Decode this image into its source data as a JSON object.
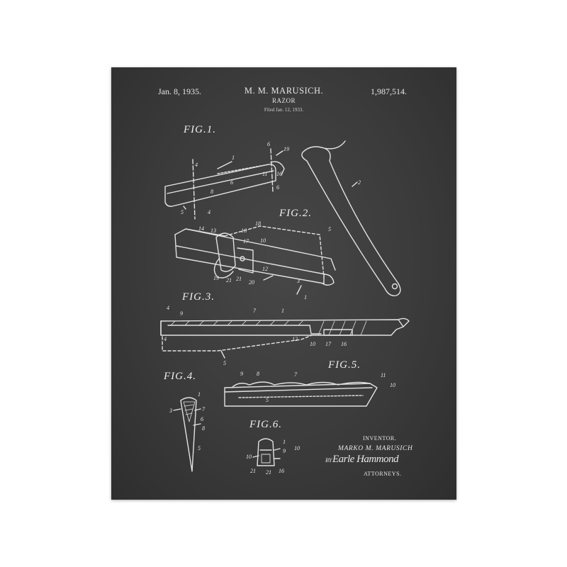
{
  "header": {
    "date": "Jan. 8, 1935.",
    "inventor_name": "M. M. MARUSICH.",
    "title": "RAZOR",
    "filed": "Filed Jan. 12, 1933.",
    "patent_number": "1,987,514."
  },
  "figures": {
    "fig1": "FIG.1.",
    "fig2": "FIG.2.",
    "fig3": "FIG.3.",
    "fig4": "FIG.4.",
    "fig5": "FIG.5.",
    "fig6": "FIG.6."
  },
  "inventor_block": {
    "label": "INVENTOR.",
    "name": "MARKO M. MARUSICH",
    "by": "BY",
    "signature": "Earle Hammond",
    "attorneys": "ATTORNEYS."
  },
  "reference_numbers": {
    "fig1": [
      "1",
      "4",
      "6",
      "19",
      "16",
      "11",
      "8",
      "6",
      "6",
      "5",
      "4",
      "2"
    ],
    "fig2": [
      "14",
      "13",
      "16",
      "18",
      "5",
      "17",
      "10",
      "12",
      "19",
      "21",
      "21",
      "20",
      "3",
      "1"
    ],
    "fig3": [
      "4",
      "9",
      "7",
      "1",
      "4",
      "12",
      "10",
      "17",
      "16",
      "5"
    ],
    "fig4": [
      "1",
      "3",
      "7",
      "6",
      "8",
      "5"
    ],
    "fig5": [
      "9",
      "8",
      "7",
      "11",
      "10",
      "5"
    ],
    "fig6": [
      "1",
      "9",
      "10",
      "10",
      "21",
      "21",
      "16"
    ]
  },
  "colors": {
    "background": "#ffffff",
    "chalkboard": "#3b3b3b",
    "chalk": "#e6e6e6"
  }
}
